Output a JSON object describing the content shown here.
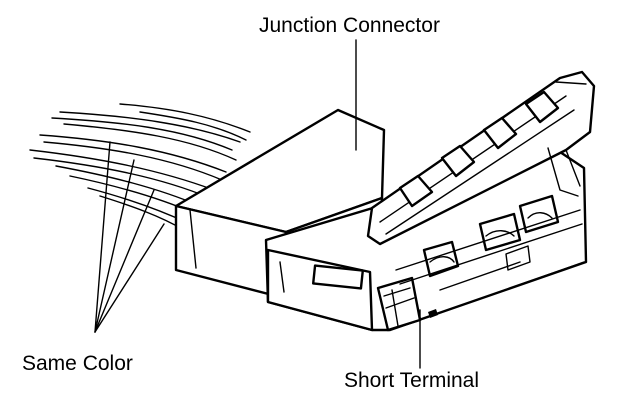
{
  "labels": {
    "junction_connector": "Junction Connector",
    "same_color": "Same Color",
    "short_terminal": "Short Terminal"
  },
  "colors": {
    "ink": "#000000",
    "background": "#ffffff"
  }
}
